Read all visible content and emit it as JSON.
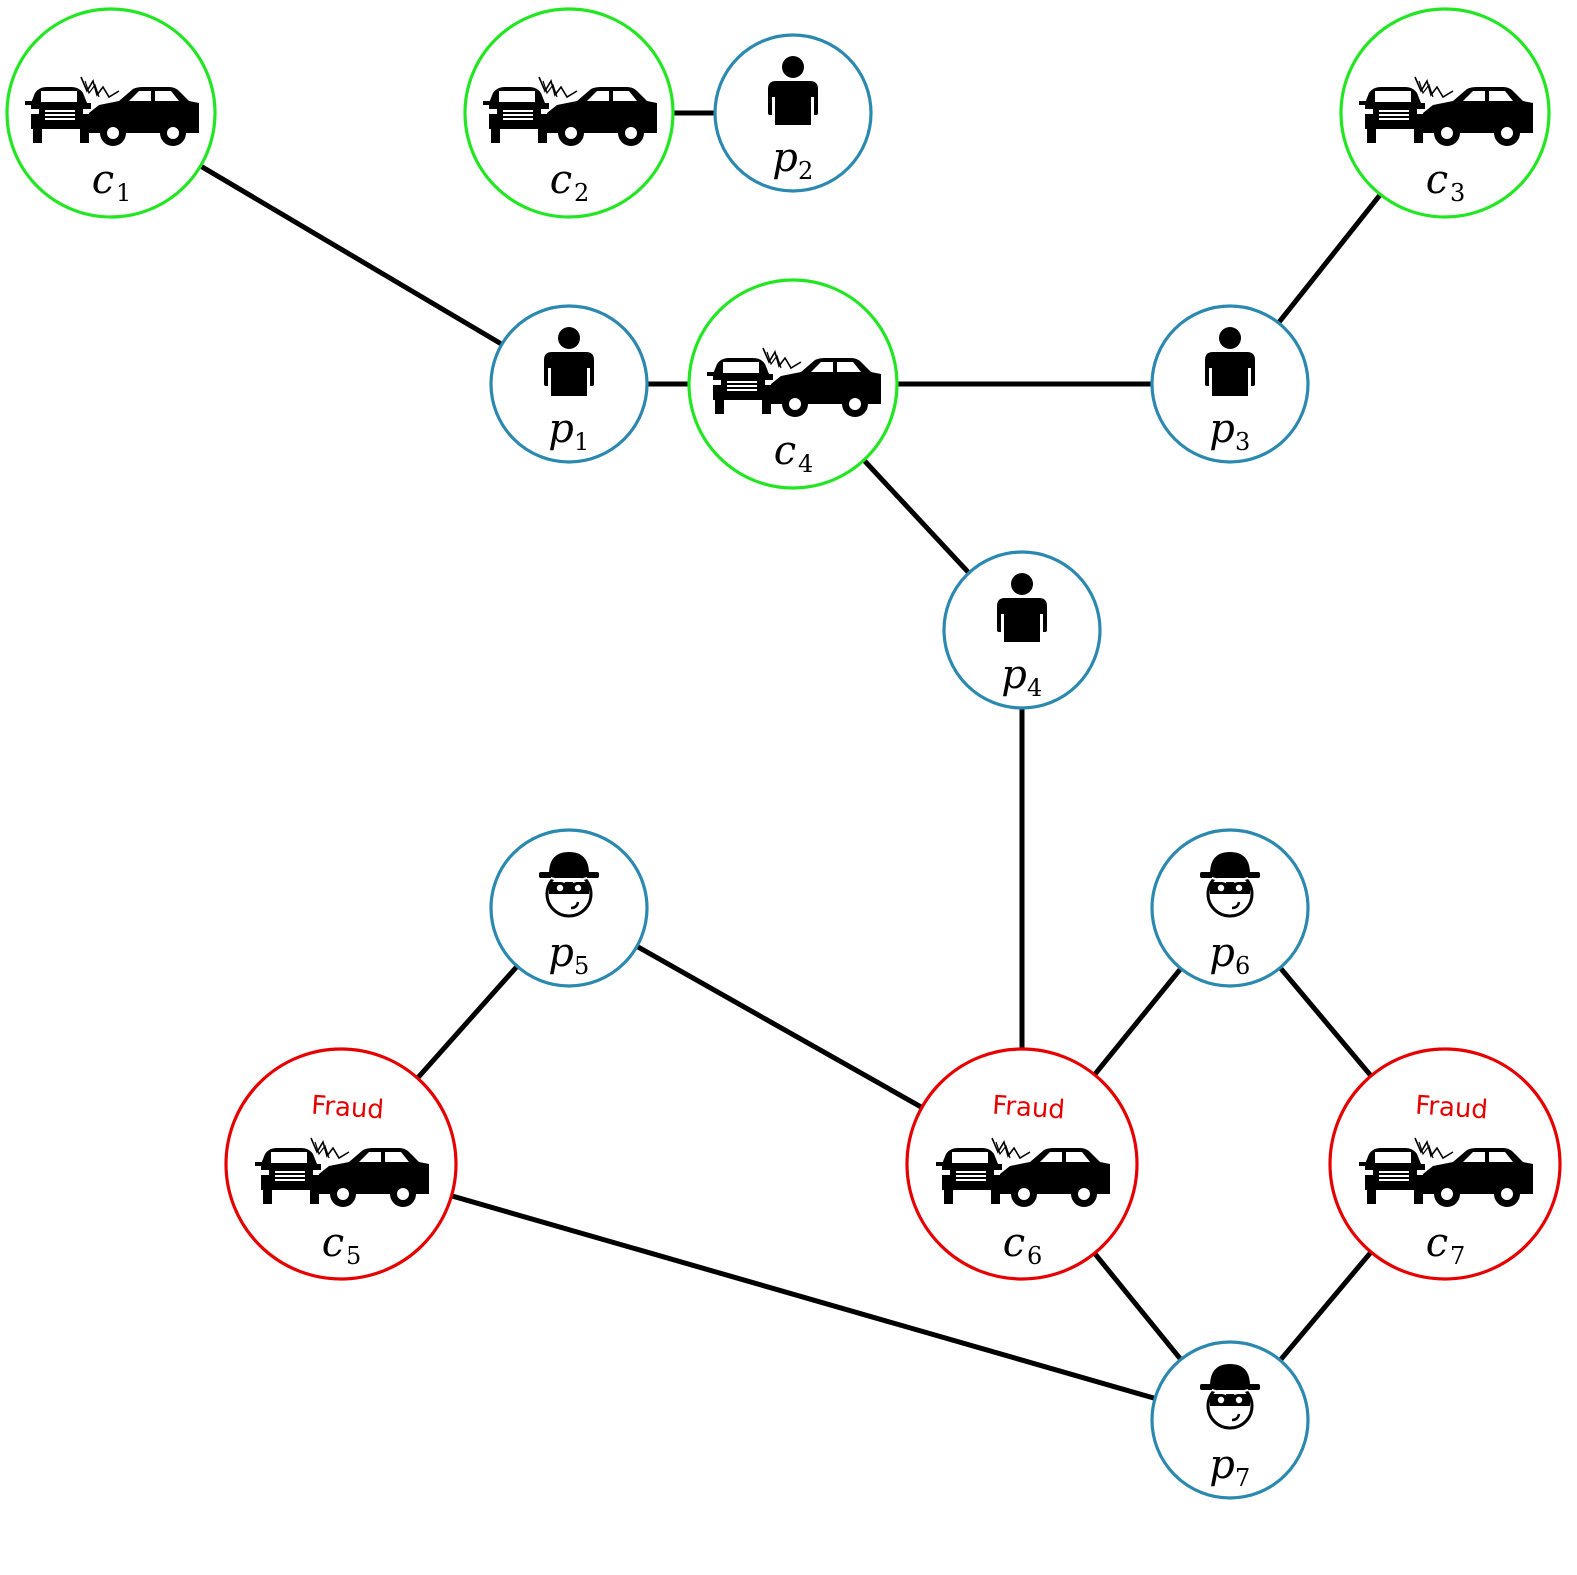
{
  "colors": {
    "claim_ring": "#22e622",
    "fraud_ring": "#e60000",
    "person_ring": "#2b89b0",
    "fraud_text": "#e60000",
    "edge": "#000000",
    "icon": "#000000"
  },
  "nodes": {
    "c1": {
      "label": "c",
      "sub": "1",
      "icon": "car-crash-icon"
    },
    "c2": {
      "label": "c",
      "sub": "2",
      "icon": "car-crash-icon"
    },
    "c3": {
      "label": "c",
      "sub": "3",
      "icon": "car-crash-icon"
    },
    "c4": {
      "label": "c",
      "sub": "4",
      "icon": "car-crash-icon"
    },
    "c5": {
      "label": "c",
      "sub": "5",
      "icon": "car-crash-icon",
      "tag": "Fraud"
    },
    "c6": {
      "label": "c",
      "sub": "6",
      "icon": "car-crash-icon",
      "tag": "Fraud"
    },
    "c7": {
      "label": "c",
      "sub": "7",
      "icon": "car-crash-icon",
      "tag": "Fraud"
    },
    "p1": {
      "label": "p",
      "sub": "1",
      "icon": "person-icon"
    },
    "p2": {
      "label": "p",
      "sub": "2",
      "icon": "person-icon"
    },
    "p3": {
      "label": "p",
      "sub": "3",
      "icon": "person-icon"
    },
    "p4": {
      "label": "p",
      "sub": "4",
      "icon": "person-icon"
    },
    "p5": {
      "label": "p",
      "sub": "5",
      "icon": "burglar-icon"
    },
    "p6": {
      "label": "p",
      "sub": "6",
      "icon": "burglar-icon"
    },
    "p7": {
      "label": "p",
      "sub": "7",
      "icon": "burglar-icon"
    }
  },
  "edges": [
    [
      "c1",
      "p1"
    ],
    [
      "c2",
      "p2"
    ],
    [
      "p1",
      "c4"
    ],
    [
      "c4",
      "p3"
    ],
    [
      "c3",
      "p3"
    ],
    [
      "c4",
      "p4"
    ],
    [
      "p4",
      "c6"
    ],
    [
      "p5",
      "c5"
    ],
    [
      "p5",
      "c6"
    ],
    [
      "p6",
      "c6"
    ],
    [
      "p6",
      "c7"
    ],
    [
      "c5",
      "p7"
    ],
    [
      "c6",
      "p7"
    ],
    [
      "c7",
      "p7"
    ]
  ]
}
